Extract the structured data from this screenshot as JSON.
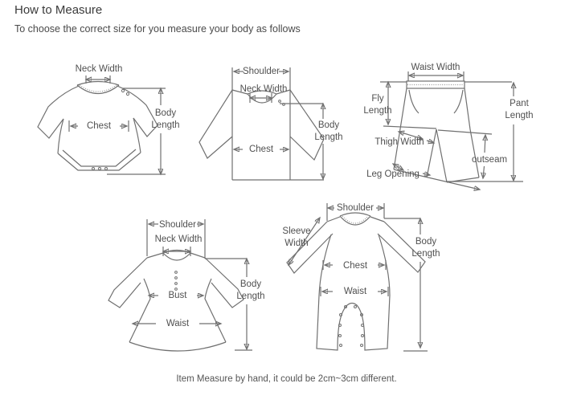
{
  "page": {
    "title": "How to Measure",
    "subtitle": "To choose the correct size for you measure your body as follows",
    "footer": "Item Measure by hand, it could be 2cm~3cm different."
  },
  "colors": {
    "line": "#707070",
    "text": "#505050",
    "title": "#3a3a3a"
  },
  "diagrams": {
    "bodysuit": {
      "neck_width": "Neck Width",
      "chest": "Chest",
      "body_length": "Body Length"
    },
    "shirt": {
      "shoulder": "Shoulder",
      "neck_width": "Neck Width",
      "chest": "Chest",
      "body_length": "Body Length"
    },
    "pants": {
      "waist_width": "Waist Width",
      "fly_length": "Fly Length",
      "pant_length": "Pant Length",
      "thigh_width": "Thigh Width",
      "outseam": "outseam",
      "leg_opening": "Leg Opening"
    },
    "dress": {
      "shoulder": "Shoulder",
      "neck_width": "Neck Width",
      "bust": "Bust",
      "waist": "Waist",
      "body_length": "Body Length"
    },
    "romper": {
      "shoulder": "Shoulder",
      "sleeve_width": "Sleeve Width",
      "chest": "Chest",
      "waist": "Waist",
      "body_length": "Body Length"
    }
  }
}
